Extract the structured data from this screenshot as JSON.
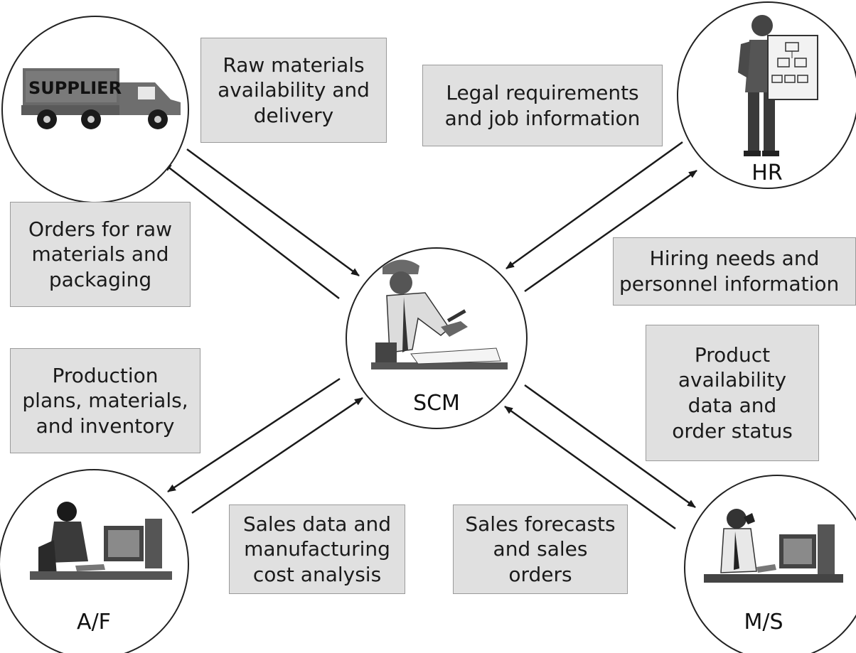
{
  "nodes": {
    "supplier": {
      "label": "",
      "truck_text": "SUPPLIER"
    },
    "hr": {
      "label": "HR"
    },
    "scm": {
      "label": "SCM"
    },
    "af": {
      "label": "A/F"
    },
    "ms": {
      "label": "M/S"
    }
  },
  "flows": [
    {
      "id": "supplier-to-scm",
      "lines": [
        "Raw materials",
        "availability and",
        "delivery"
      ]
    },
    {
      "id": "scm-to-supplier",
      "lines": [
        "Orders for raw",
        "materials and",
        "packaging"
      ]
    },
    {
      "id": "hr-to-scm",
      "lines": [
        "Legal requirements",
        "and job information"
      ]
    },
    {
      "id": "scm-to-hr",
      "lines": [
        "Hiring needs and",
        "personnel information"
      ]
    },
    {
      "id": "scm-to-af",
      "lines": [
        "Production",
        "plans, materials,",
        "and inventory"
      ]
    },
    {
      "id": "af-to-scm",
      "lines": [
        "Sales data and",
        "manufacturing",
        "cost analysis"
      ]
    },
    {
      "id": "ms-to-scm",
      "lines": [
        "Sales forecasts",
        "and sales",
        "orders"
      ]
    },
    {
      "id": "scm-to-ms",
      "lines": [
        "Product",
        "availability",
        "data and",
        "order status"
      ]
    }
  ],
  "colors": {
    "box_fill": "#e0e0e0",
    "line": "#1a1a1a"
  }
}
